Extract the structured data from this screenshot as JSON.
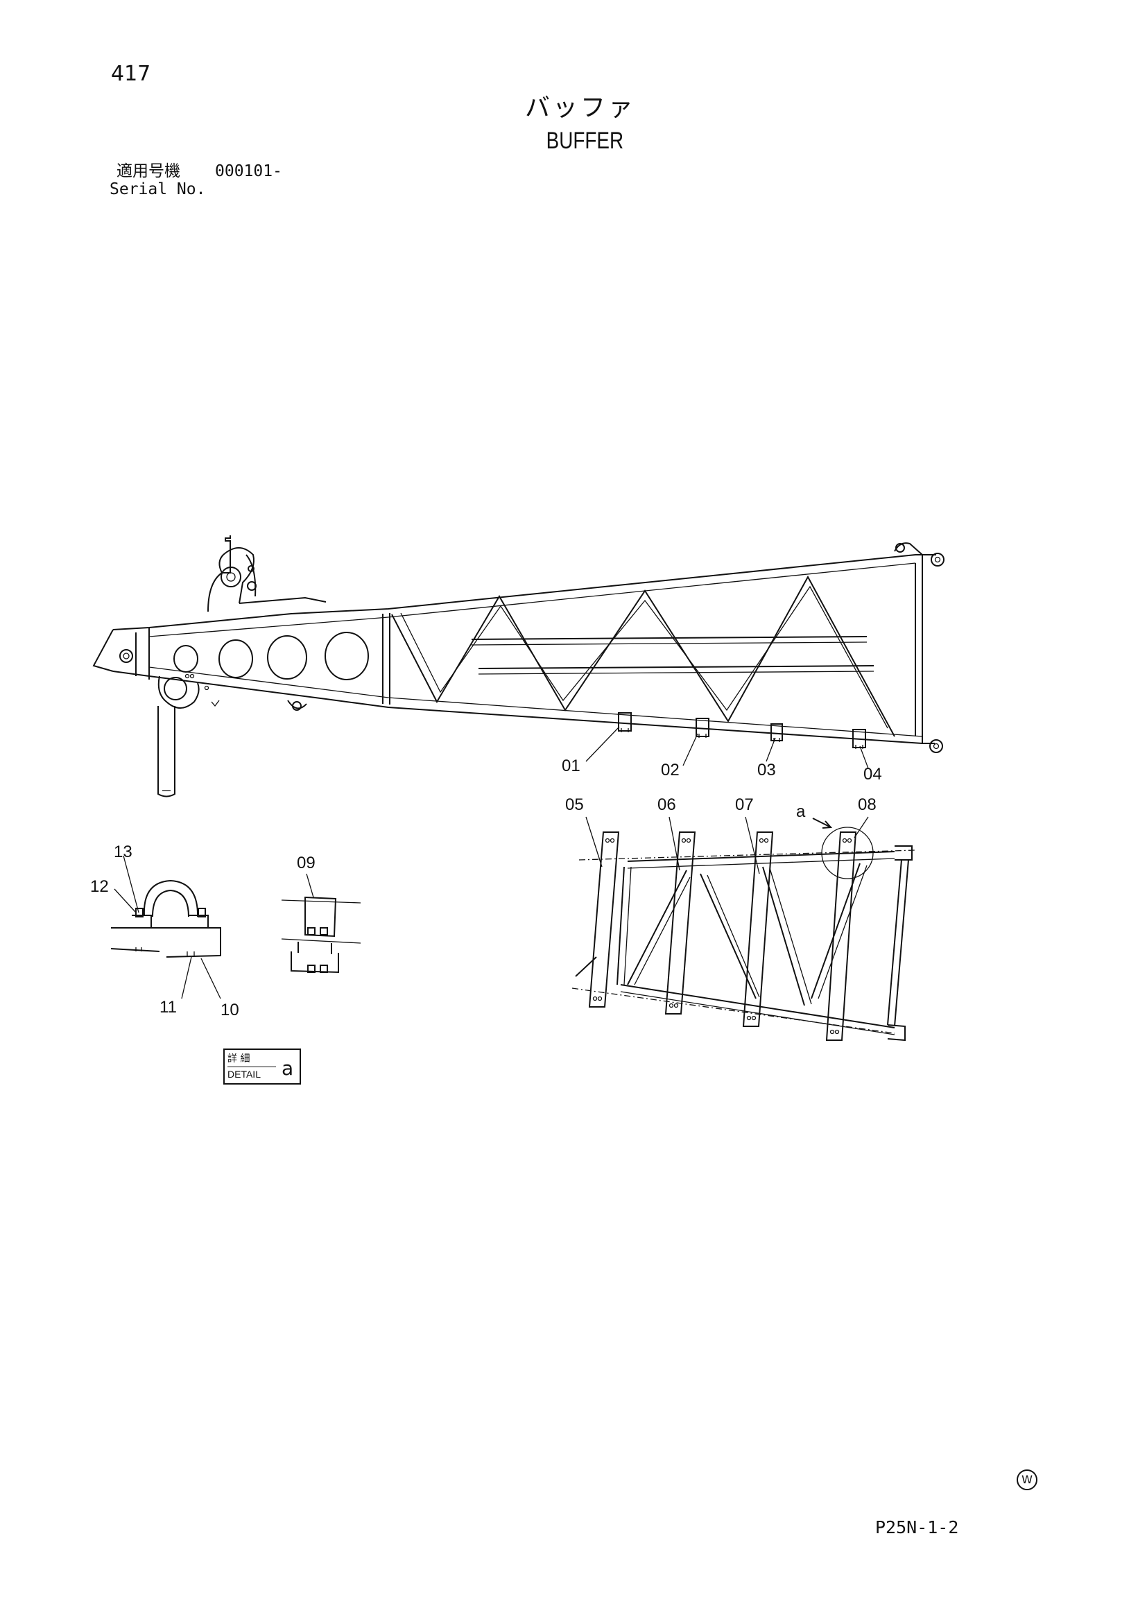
{
  "header": {
    "page_number": "417",
    "title_jp": "バッファ",
    "title_en": "BUFFER",
    "serial_label_jp": "適用号機",
    "serial_value": "000101-",
    "serial_label_en": "Serial No."
  },
  "callouts": {
    "c01": "01",
    "c02": "02",
    "c03": "03",
    "c04": "04",
    "c05": "05",
    "c06": "06",
    "c07": "07",
    "c08": "08",
    "c09": "09",
    "c10": "10",
    "c11": "11",
    "c12": "12",
    "c13": "13",
    "view_a": "a"
  },
  "detail": {
    "label_jp": "詳 細",
    "label_en": "DETAIL",
    "letter": "a"
  },
  "footer": {
    "page_code": "P25N-1-2",
    "mark": "W"
  }
}
